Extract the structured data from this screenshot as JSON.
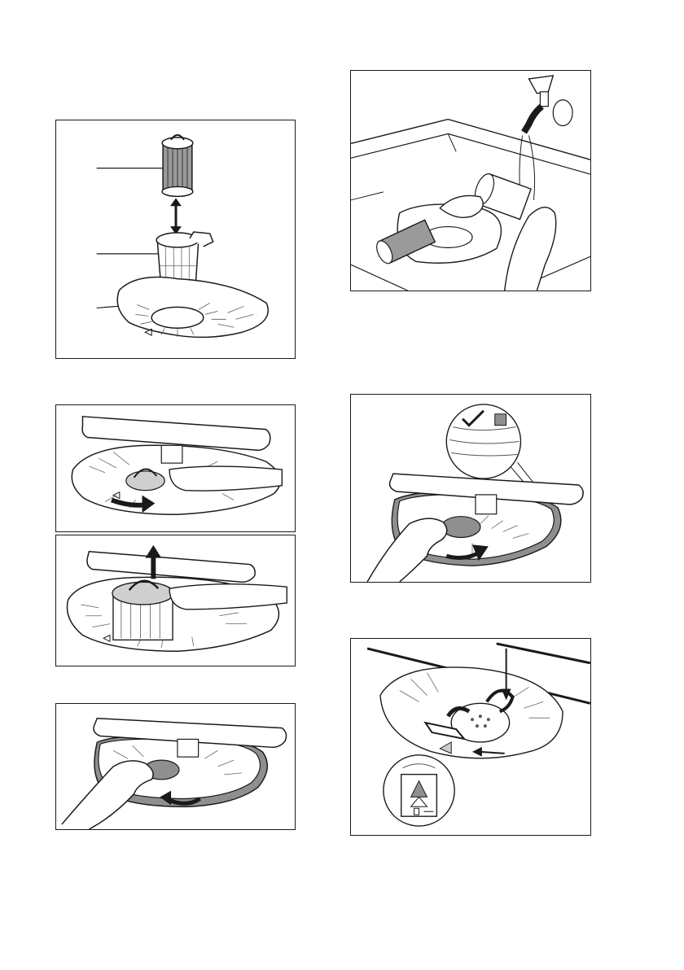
{
  "page": {
    "description_panels": [
      {
        "id": "filter-parts",
        "icon": "filter-assembly-illustration"
      },
      {
        "id": "turn-filter",
        "icon": "turn-filter-illustration"
      },
      {
        "id": "lift-filter",
        "icon": "lift-filter-illustration"
      },
      {
        "id": "remove-flat-filter",
        "icon": "remove-flat-filter-illustration"
      },
      {
        "id": "rinse-filters",
        "icon": "rinse-filters-illustration"
      },
      {
        "id": "install-flat-filter",
        "icon": "install-flat-filter-illustration"
      },
      {
        "id": "lock-filter",
        "icon": "lock-filter-illustration"
      }
    ],
    "footer_text": ""
  },
  "colors": {
    "line": "#1a1a1a",
    "dark_gray": "#6b6b6b",
    "light_gray": "#cfcfcf",
    "background": "#ffffff"
  }
}
